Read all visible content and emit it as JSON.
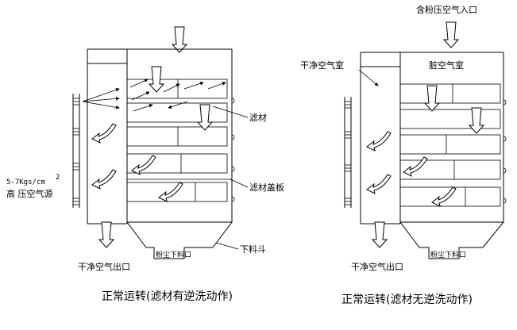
{
  "left": {
    "labels": {
      "media": "滤材",
      "media_cover": "滤材盖板",
      "hopper": "下料斗",
      "pressure": "5-7Kgs/cm",
      "pressure_sup": "2",
      "air_source": "高 压空气源",
      "dust_outlet": "粉尘下料口",
      "clean_outlet": "干净空气出口"
    },
    "caption": "正常运转(滤材有逆洗动作)"
  },
  "right": {
    "labels": {
      "inlet": "含粉压空气入口",
      "clean_room": "干净空气室",
      "dirty_room": "脏空气室",
      "dust_outlet": "粉尘下料口",
      "clean_outlet": "干净空气出口"
    },
    "caption": "正常运转(滤材无逆洗动作)"
  }
}
